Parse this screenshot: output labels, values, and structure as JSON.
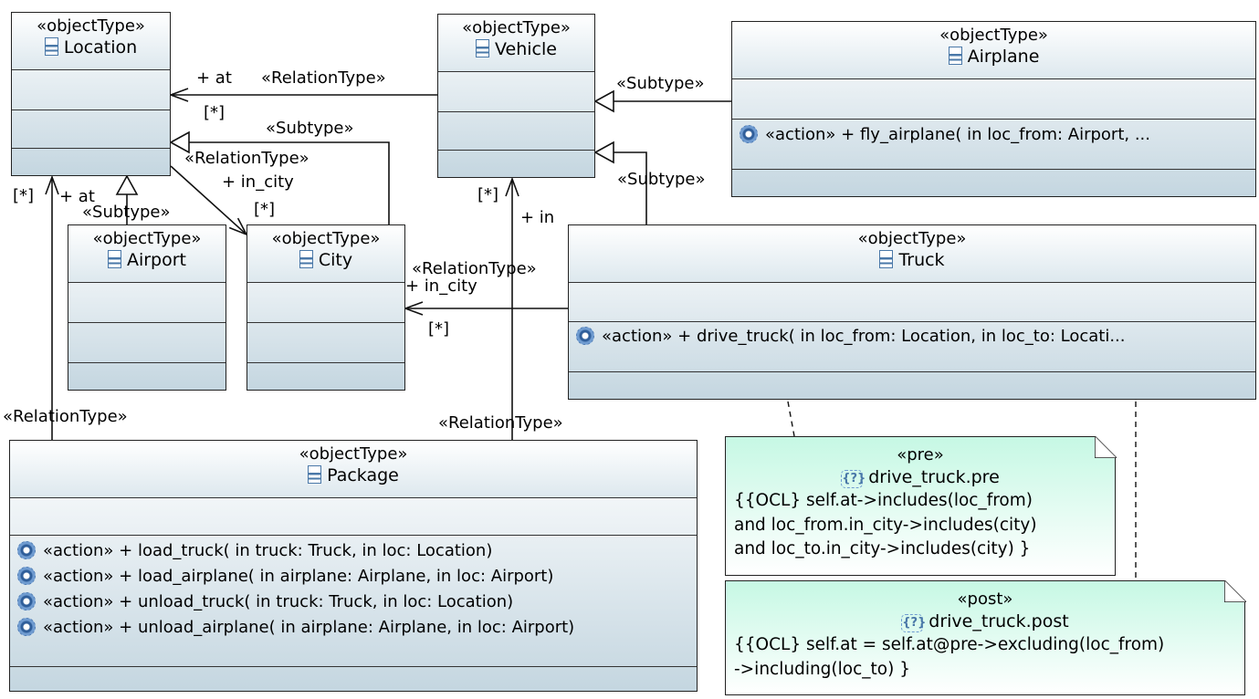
{
  "classes": {
    "location": {
      "stereotype": "«objectType»",
      "name": "Location"
    },
    "vehicle": {
      "stereotype": "«objectType»",
      "name": "Vehicle"
    },
    "airplane": {
      "stereotype": "«objectType»",
      "name": "Airplane",
      "operations": [
        "«action»  + fly_airplane(  in loc_from: Airport,   ..."
      ]
    },
    "airport": {
      "stereotype": "«objectType»",
      "name": "Airport"
    },
    "city": {
      "stereotype": "«objectType»",
      "name": "City"
    },
    "truck": {
      "stereotype": "«objectType»",
      "name": "Truck",
      "operations": [
        "«action»  + drive_truck(  in loc_from: Location,   in loc_to: Locati..."
      ]
    },
    "package": {
      "stereotype": "«objectType»",
      "name": "Package",
      "operations": [
        "«action»  + load_truck(  in truck: Truck,   in loc: Location)",
        "«action»  + load_airplane(  in airplane: Airplane,   in loc: Airport)",
        "«action»  + unload_truck(  in truck: Truck,   in loc: Location)",
        "«action»  + unload_airplane(  in airplane: Airplane,   in loc: Airport)"
      ]
    }
  },
  "notes": {
    "pre": {
      "stereotype": "«pre»",
      "title": "drive_truck.pre",
      "lines": [
        "{{OCL} self.at->includes(loc_from)",
        "and loc_from.in_city->includes(city)",
        "and loc_to.in_city->includes(city)  }"
      ]
    },
    "post": {
      "stereotype": "«post»",
      "title": "drive_truck.post",
      "lines": [
        "{{OCL} self.at = self.at@pre->excluding(loc_from)",
        "->including(loc_to)  }"
      ]
    }
  },
  "labels": {
    "vehicle_location_role": "+ at",
    "vehicle_location_stereo": "«RelationType»",
    "vehicle_location_mult": "[*]",
    "city_location_subtype": "«Subtype»",
    "location_city_stereo": "«RelationType»",
    "location_city_role": "+ in_city",
    "location_city_mult": "[*]",
    "airport_location_subtype": "«Subtype»",
    "package_location_mult": "[*]",
    "package_location_role": "+ at",
    "package_location_stereo": "«RelationType»",
    "airplane_vehicle_subtype": "«Subtype»",
    "truck_vehicle_subtype": "«Subtype»",
    "package_vehicle_mult": "[*]",
    "package_vehicle_role": "+ in",
    "package_vehicle_stereo": "«RelationType»",
    "truck_city_stereo": "«RelationType»",
    "truck_city_role": "+ in_city",
    "truck_city_mult": "[*]"
  }
}
